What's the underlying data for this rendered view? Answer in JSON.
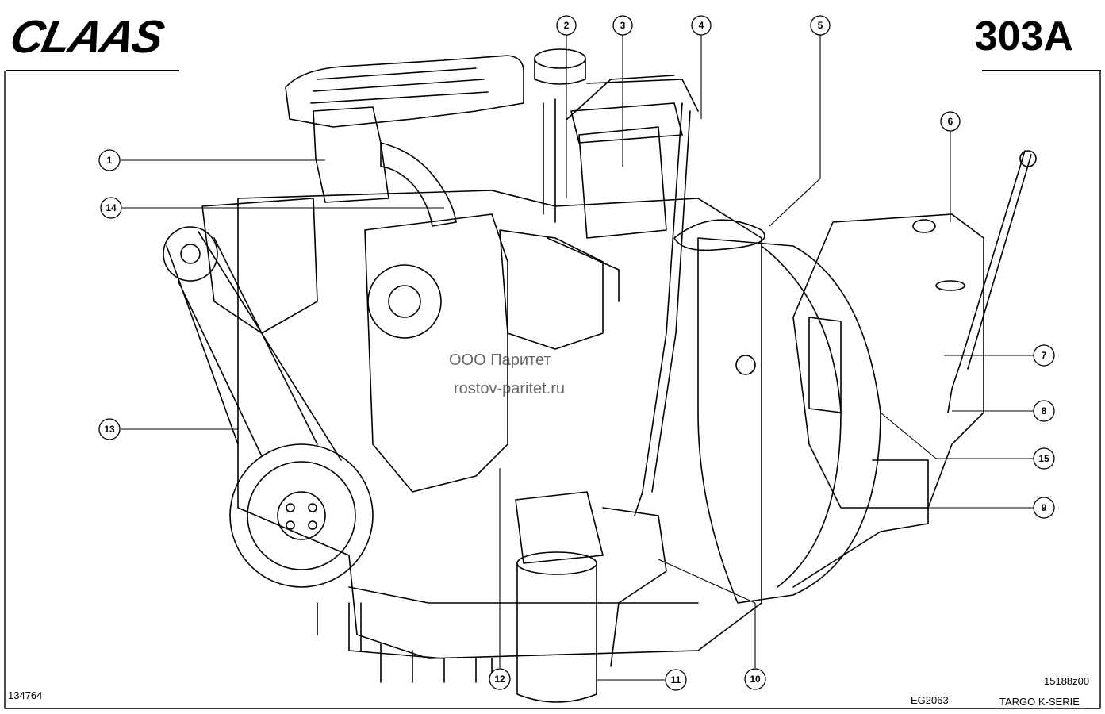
{
  "header": {
    "brand_logo": "CLAAS",
    "page_code": "303A"
  },
  "footer": {
    "drawing_number": "134764",
    "part_group": "EG2063",
    "reference": "15188z00",
    "series": "TARGO K-SERIE"
  },
  "watermark": {
    "line1": "ООО Паритет",
    "line2": "rostov-paritet.ru"
  },
  "callouts": [
    {
      "id": "1",
      "label": "1"
    },
    {
      "id": "2",
      "label": "2"
    },
    {
      "id": "3",
      "label": "3"
    },
    {
      "id": "4",
      "label": "4"
    },
    {
      "id": "5",
      "label": "5"
    },
    {
      "id": "6",
      "label": "6"
    },
    {
      "id": "7",
      "label": "7"
    },
    {
      "id": "8",
      "label": "8"
    },
    {
      "id": "9",
      "label": "9"
    },
    {
      "id": "10",
      "label": "10"
    },
    {
      "id": "11",
      "label": "11"
    },
    {
      "id": "12",
      "label": "12"
    },
    {
      "id": "13",
      "label": "13"
    },
    {
      "id": "14",
      "label": "14"
    },
    {
      "id": "15",
      "label": "15"
    }
  ],
  "colors": {
    "ink": "#000000",
    "paper": "#ffffff"
  }
}
